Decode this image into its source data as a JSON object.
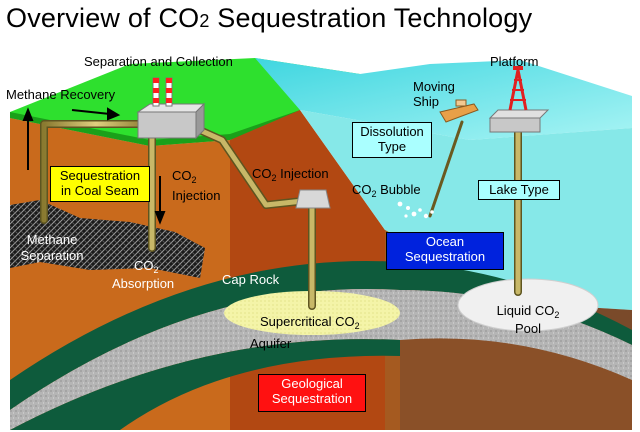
{
  "title": {
    "prefix": "Overview of CO",
    "sub": "2",
    "suffix": " Sequestration Technology"
  },
  "labels": {
    "separation": "Separation and Collection",
    "platform": "Platform",
    "methane_recovery": "Methane Recovery",
    "moving": "Moving",
    "ship": "Ship",
    "dissolution_1": "Dissolution",
    "dissolution_2": "Type",
    "seq_coal_1": "Sequestration",
    "seq_coal_2": "in Coal Seam",
    "co2_inj_left_1": "CO",
    "co2_inj_left_sub": "2",
    "co2_inj_left_2": "Injection",
    "co2_inj_mid_a": "CO",
    "co2_inj_mid_sub": "2",
    "co2_inj_mid_b": " Injection",
    "co2_bubble_a": "CO",
    "co2_bubble_sub": "2",
    "co2_bubble_b": " Bubble",
    "lake_type": "Lake Type",
    "methane_sep_1": "Methane",
    "methane_sep_2": "Separation",
    "co2_abs_a": "CO",
    "co2_abs_sub": "2",
    "co2_abs_2": "Absorption",
    "ocean_1": "Ocean",
    "ocean_2": "Sequestration",
    "cap_rock": "Cap Rock",
    "liquid_a": "Liquid CO",
    "liquid_sub": "2",
    "liquid_2": "Pool",
    "supercritical_a": "Supercritical CO",
    "supercritical_sub": "2",
    "aquifer": "Aquifer",
    "geo_1": "Geological",
    "geo_2": "Sequestration"
  },
  "colors": {
    "grass": "#22dd22",
    "ocean_surface": "#66e8e8",
    "ocean_side": "#7ee6e6",
    "earth_front": "#c86418",
    "earth_dark": "#a03e0c",
    "cap_rock": "#0d5a3a",
    "aquifer": "#b8b8b8",
    "pipe": "#b0a050",
    "yellow_box": "#ffff00",
    "cyan_box": "#aaffff",
    "blue_box": "#0022dd",
    "red_box": "#ff1111"
  }
}
